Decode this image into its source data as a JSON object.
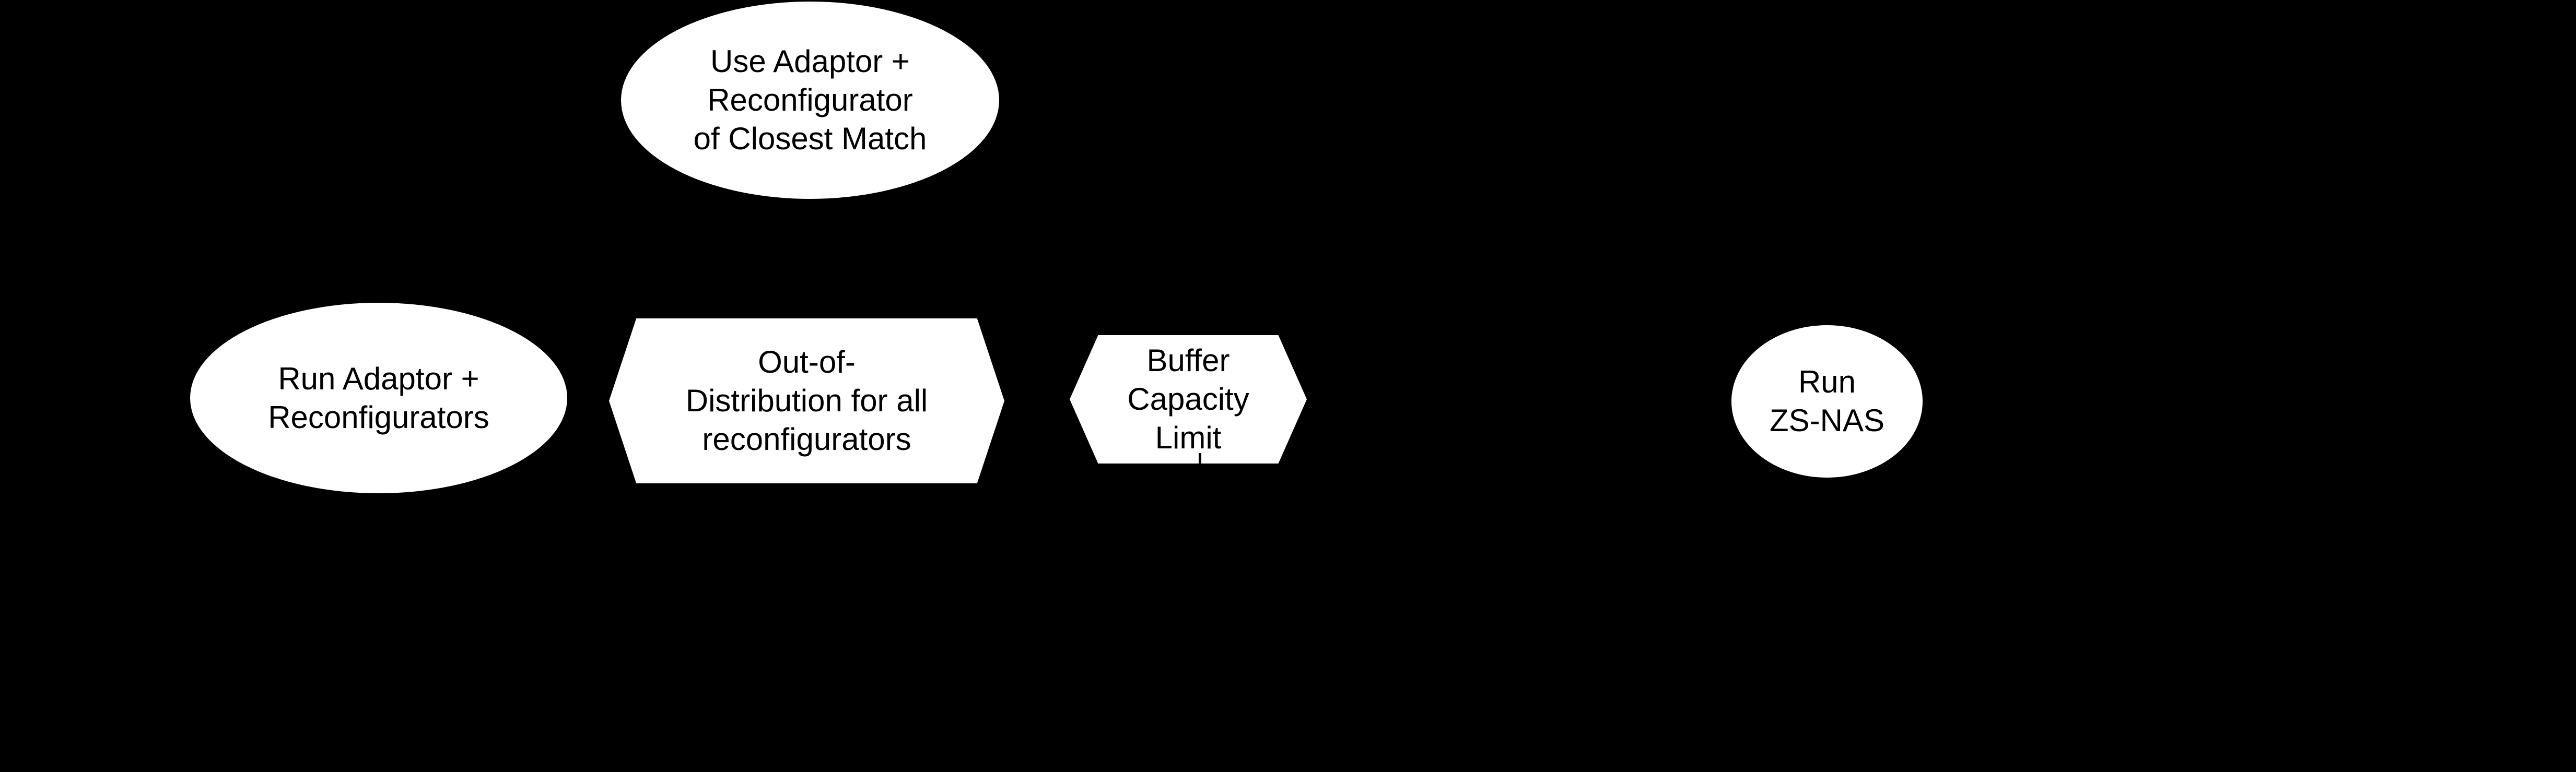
{
  "diagram": {
    "background_color": "#000000",
    "node_fill_color": "#ffffff",
    "node_text_color": "#000000",
    "nodes": [
      {
        "id": "use-adaptor-reconfigurator-of-closest-match",
        "shape": "ellipse",
        "label": "Use Adaptor +\nReconfigurator\nof Closest Match"
      },
      {
        "id": "run-adaptor-reconfigurators",
        "shape": "ellipse",
        "label": "Run Adaptor +\nReconfigurators"
      },
      {
        "id": "out-of-distribution-for-all-reconfigurators",
        "shape": "hexagon",
        "label": "Out-of-\nDistribution for all\nreconfigurators"
      },
      {
        "id": "buffer-capacity-limit",
        "shape": "hexagon",
        "label": "Buffer\nCapacity\nLimit"
      },
      {
        "id": "run-zs-nas",
        "shape": "ellipse",
        "label": "Run\nZS-NAS"
      }
    ]
  }
}
